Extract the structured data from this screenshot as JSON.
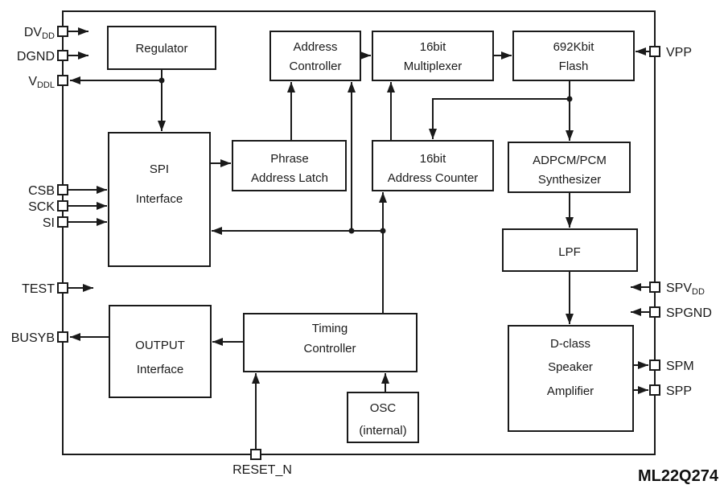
{
  "blocks": {
    "regulator": {
      "lines": [
        "Regulator"
      ]
    },
    "address_controller": {
      "lines": [
        "Address",
        "Controller"
      ]
    },
    "mux16": {
      "lines": [
        "16bit",
        "Multiplexer"
      ]
    },
    "flash": {
      "lines": [
        "692Kbit",
        "Flash"
      ]
    },
    "spi": {
      "lines": [
        "SPI",
        "Interface"
      ]
    },
    "phrase_latch": {
      "lines": [
        "Phrase",
        "Address Latch"
      ]
    },
    "addr_counter": {
      "lines": [
        "16bit",
        "Address Counter"
      ]
    },
    "adpcm": {
      "lines": [
        "ADPCM/PCM",
        "Synthesizer"
      ]
    },
    "lpf": {
      "lines": [
        "LPF"
      ]
    },
    "output_if": {
      "lines": [
        "OUTPUT",
        "Interface"
      ]
    },
    "timing": {
      "lines": [
        "Timing",
        "Controller"
      ]
    },
    "osc": {
      "lines": [
        "OSC",
        "(internal)"
      ]
    },
    "dclass": {
      "lines": [
        "D-class",
        "Speaker",
        "Amplifier"
      ]
    }
  },
  "pins": {
    "dvdd": {
      "base": "DV",
      "sub": "DD"
    },
    "dgnd": {
      "base": "DGND"
    },
    "vddl": {
      "base": "V",
      "sub": "DDL"
    },
    "csb": {
      "base": "CSB"
    },
    "sck": {
      "base": "SCK"
    },
    "si": {
      "base": "SI"
    },
    "test": {
      "base": "TEST"
    },
    "busyb": {
      "base": "BUSYB"
    },
    "vpp": {
      "base": "VPP"
    },
    "spvdd": {
      "base": "SPV",
      "sub": "DD"
    },
    "spgnd": {
      "base": "SPGND"
    },
    "spm": {
      "base": "SPM"
    },
    "spp": {
      "base": "SPP"
    },
    "reset_n": {
      "base": "RESET_N"
    }
  },
  "footer": {
    "part_number": "ML22Q274"
  },
  "colors": {
    "ink": "#1a1a1a",
    "background": "#ffffff"
  }
}
